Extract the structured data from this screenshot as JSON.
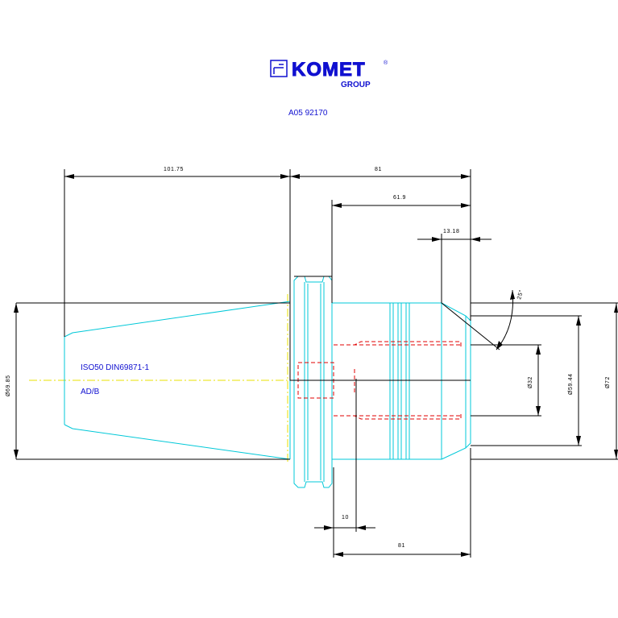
{
  "header": {
    "brand": "KOMET",
    "brand_sub": "GROUP",
    "part_number": "A05 92170"
  },
  "labels": {
    "standard": "ISO50 DIN69871-1",
    "form": "AD/B"
  },
  "dimensions": {
    "taper_length": "101.75",
    "total_length": "81",
    "bore_depth": "61.9",
    "chamfer_length": "13.18",
    "chamfer_angle": "25°",
    "bore_diameter": "Ø32",
    "inner_diameter": "Ø59.44",
    "outer_diameter": "Ø72",
    "flange_diameter": "Ø69.85",
    "offset": "10",
    "bottom_length": "81"
  },
  "colors": {
    "part_outline": "#00c8d8",
    "hidden_lines": "#e00000",
    "centerline": "#e8e000",
    "text": "#1010d0",
    "dimension": "#000000"
  }
}
